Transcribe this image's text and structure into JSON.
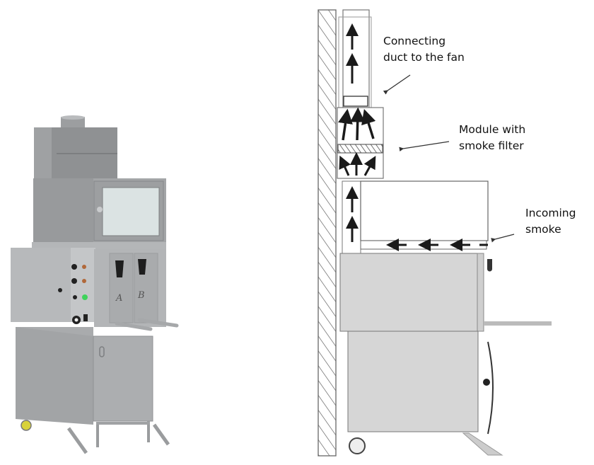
{
  "figure": {
    "left_panel": {
      "description": "3D render of smoke cabinet with filter module",
      "door_letters": [
        "A",
        "B"
      ]
    },
    "right_panel": {
      "description": "Side-view schematic showing smoke flow",
      "labels": {
        "duct": "Connecting\nduct to the fan",
        "filter": "Module with\nsmoke filter",
        "incoming": "Incoming\nsmoke"
      }
    },
    "colors": {
      "steel": "#a9abad",
      "steel_dark": "#8f9193",
      "schematic_fill": "#d6d6d6",
      "line": "#555555",
      "arrow": "#1a1a1a",
      "caster_yellow": "#d8d23a",
      "led_green": "#3fd35b"
    }
  }
}
